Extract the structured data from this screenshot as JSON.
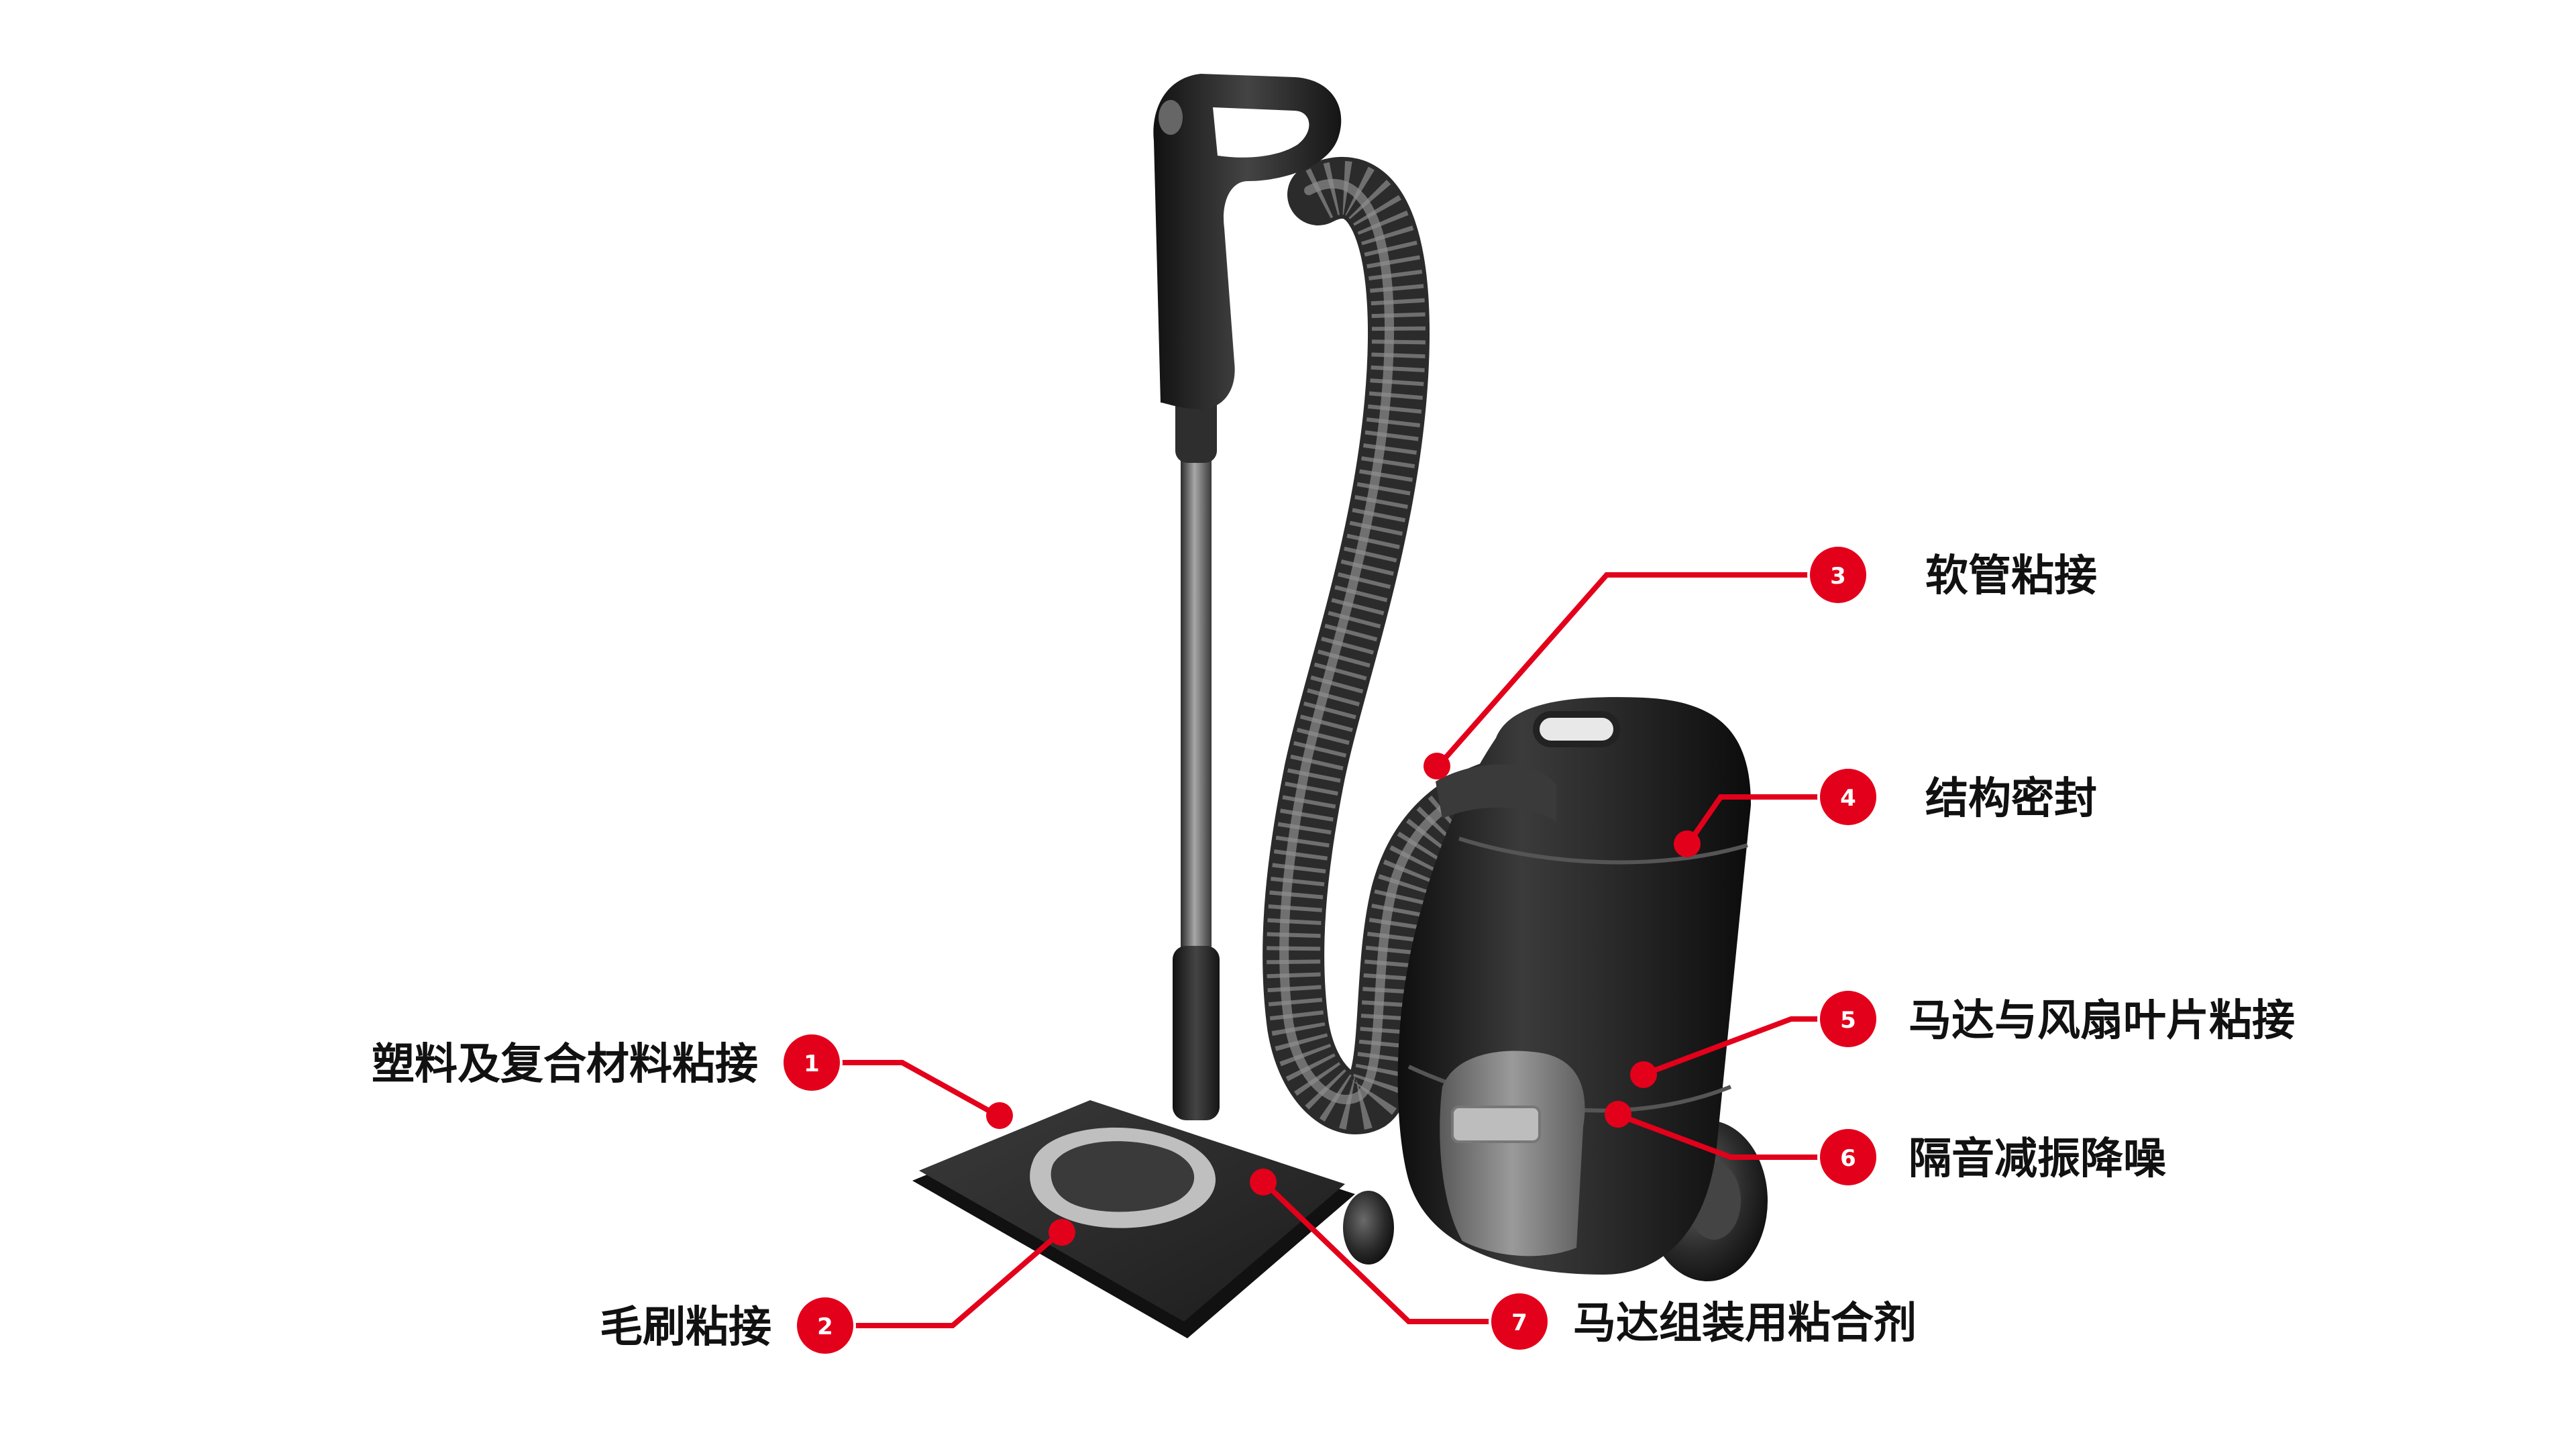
{
  "colors": {
    "accent": "#e3001b",
    "label_text": "#111111",
    "badge_text": "#ffffff",
    "product_body": "#2a2a2a",
    "product_highlight": "#8c8c8c",
    "background": "#ffffff"
  },
  "illustration": {
    "subject": "canister-vacuum-cleaner",
    "parts": [
      "handle",
      "wand",
      "hose",
      "floor-nozzle",
      "canister-body",
      "wheel",
      "dust-bag-window"
    ]
  },
  "callouts": [
    {
      "number": "1",
      "label": "塑料及复合材料粘接"
    },
    {
      "number": "2",
      "label": "毛刷粘接"
    },
    {
      "number": "3",
      "label": "软管粘接"
    },
    {
      "number": "4",
      "label": "结构密封"
    },
    {
      "number": "5",
      "label": "马达与风扇叶片粘接"
    },
    {
      "number": "6",
      "label": "隔音减振降噪"
    },
    {
      "number": "7",
      "label": "马达组装用粘合剂"
    }
  ]
}
